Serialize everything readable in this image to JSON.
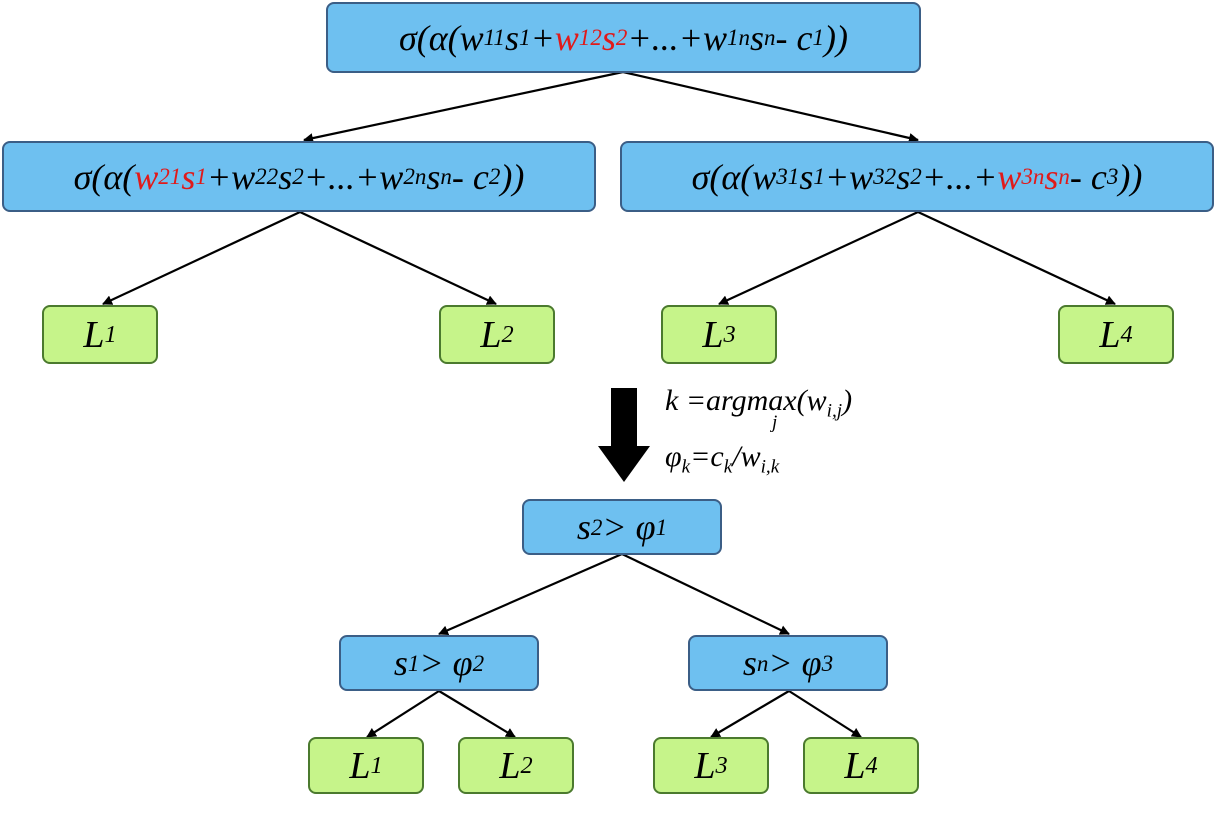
{
  "colors": {
    "node_fill": "#6ec0f0",
    "leaf_fill": "#c6f48a",
    "highlight": "#e01a1a"
  },
  "top_tree": {
    "root": {
      "pre": "σ(α(w",
      "s11": "11",
      "t1": "s",
      "s1": "1",
      "t2": " +",
      "r1": "w",
      "rs1": "12",
      "r2": "s",
      "rs2": "2",
      "t3": "+...+w",
      "s1n": "1n",
      "t4": "s",
      "sn": "n",
      "t5": " - c",
      "c1": "1",
      "post": "))"
    },
    "left": {
      "pre": "σ(α(",
      "r1": "w",
      "rs1": "21",
      "r2": "s",
      "rs2": "1",
      "t1": " +w",
      "s22": "22",
      "t2": "s",
      "s2": "2",
      "t3": "+...+w",
      "s2n": "2n",
      "t4": "s",
      "sn": "n",
      "t5": " - c",
      "c2": "2",
      "post": "))"
    },
    "right": {
      "pre": "σ(α(w",
      "s31": "31",
      "t1": "s",
      "s1": "1",
      "t2": " +w",
      "s32": "32",
      "t3": "s",
      "s2": "2",
      "t4": "+...+",
      "r1": "w",
      "rs1": "3n",
      "r2": "s",
      "rs2": "n",
      "t5": " - c",
      "c3": "3",
      "post": "))"
    },
    "leaves": [
      {
        "main": "L",
        "sub": "1"
      },
      {
        "main": "L",
        "sub": "2"
      },
      {
        "main": "L",
        "sub": "3"
      },
      {
        "main": "L",
        "sub": "4"
      }
    ]
  },
  "transform": {
    "line1": {
      "pre": "k =argmax(w",
      "sub_j": "j",
      "sub_ij": "i,j",
      "post": ")"
    },
    "line2": {
      "phi": "φ",
      "phi_sub": "k",
      "eq": "=c",
      "c_sub": "k",
      "slash": "/w",
      "w_sub": "i,k"
    }
  },
  "bottom_tree": {
    "root": {
      "a": "s",
      "as": "2",
      "op": " > φ",
      "bs": "1"
    },
    "left": {
      "a": "s",
      "as": "1",
      "op": " > φ",
      "bs": "2"
    },
    "right": {
      "a": "s",
      "as": "n",
      "op": " > φ",
      "bs": "3"
    },
    "leaves": [
      {
        "main": "L",
        "sub": "1"
      },
      {
        "main": "L",
        "sub": "2"
      },
      {
        "main": "L",
        "sub": "3"
      },
      {
        "main": "L",
        "sub": "4"
      }
    ]
  }
}
